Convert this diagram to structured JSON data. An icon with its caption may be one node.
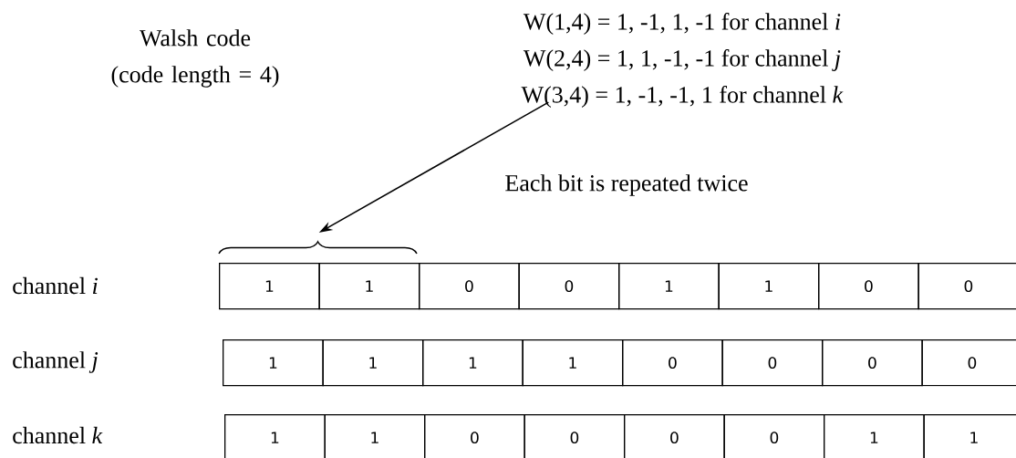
{
  "diagram": {
    "nodes": [
      {
        "text": [
          "W(1,4) = 1, -1, 1, -1 for channel *i*",
          "W(2,4) = 1, 1, -1, -1 for channel *j*",
          "W(3,4) = 1, -1, -1, 1 for channel *k*"
        ]
      },
      {
        "text": [],
        "shape": "brace"
      },
      {
        "text": [
          "1"
        ]
      },
      {
        "text": [
          "1"
        ]
      },
      {
        "text": [
          "0"
        ]
      },
      {
        "text": [
          "0"
        ]
      },
      {
        "text": [
          "1"
        ]
      },
      {
        "text": [
          "1"
        ]
      },
      {
        "text": [
          "0"
        ]
      },
      {
        "text": [
          "0"
        ]
      },
      {
        "text": [
          "1"
        ]
      },
      {
        "text": [
          "1"
        ]
      },
      {
        "text": [
          "1"
        ]
      },
      {
        "text": [
          "1"
        ]
      },
      {
        "text": [
          "0"
        ]
      },
      {
        "text": [
          "0"
        ]
      },
      {
        "text": [
          "0"
        ]
      },
      {
        "text": [
          "0"
        ]
      },
      {
        "text": [
          "1"
        ]
      },
      {
        "text": [
          "1"
        ]
      },
      {
        "text": [
          "0"
        ]
      },
      {
        "text": [
          "0"
        ]
      },
      {
        "text": [
          "0"
        ]
      },
      {
        "text": [
          "0"
        ]
      },
      {
        "text": [
          "1"
        ]
      },
      {
        "text": [
          "1"
        ]
      }
    ],
    "edges": [
      {
        "from": 0,
        "to": 1,
        "arrow": "to"
      }
    ],
    "labels": [
      "Walsh code (code length = 4)",
      "Each bit is repeated twice",
      "channel *i*",
      "channel *j*",
      "channel *k*"
    ]
  }
}
